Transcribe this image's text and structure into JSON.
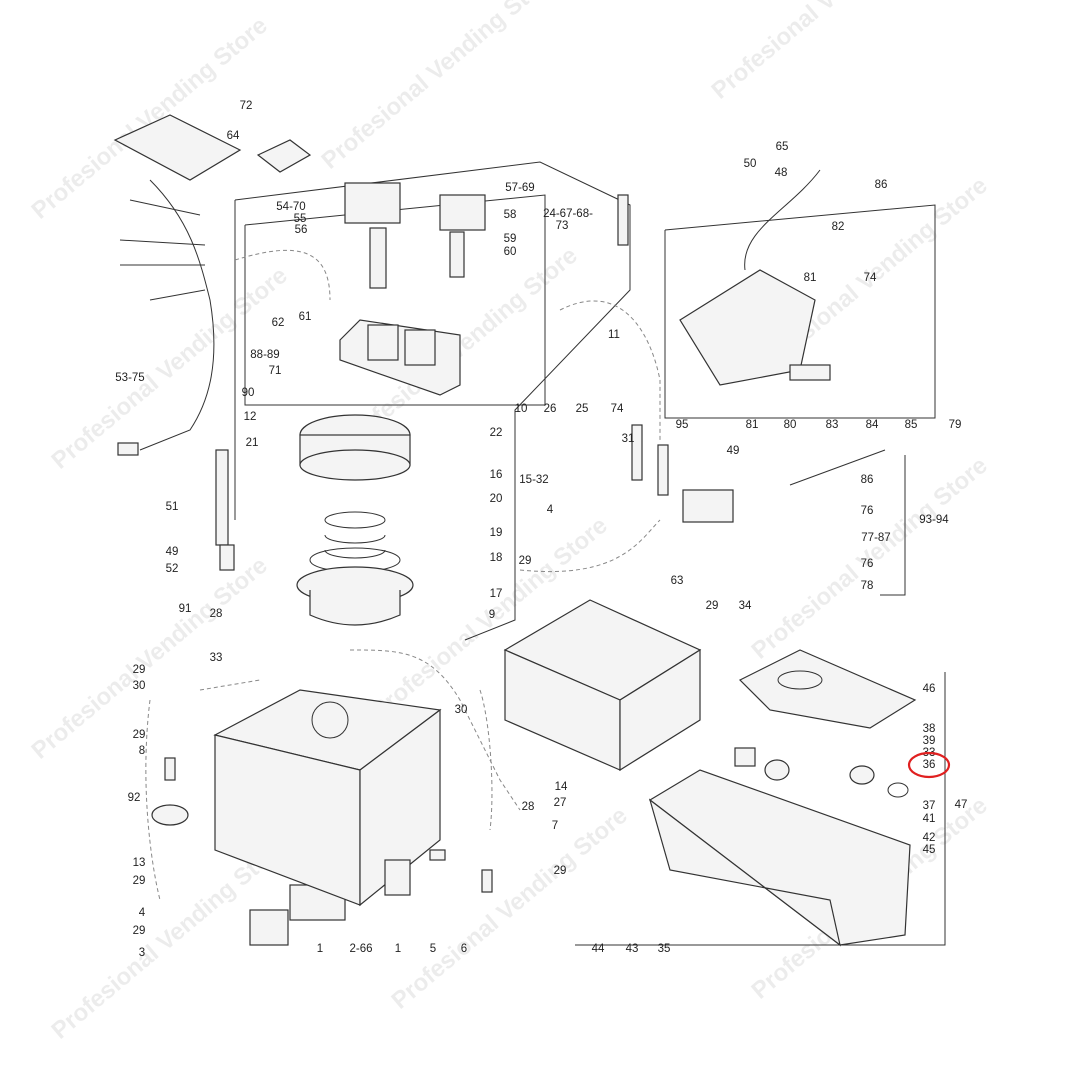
{
  "diagram": {
    "watermark": "Profesional Vending Store",
    "highlight_color": "#e02020",
    "highlighted_label": "36",
    "labels": [
      "72",
      "64",
      "65",
      "50",
      "48",
      "86",
      "57-69",
      "54-70",
      "55",
      "24-67-68-",
      "73",
      "58",
      "56",
      "82",
      "59",
      "60",
      "81",
      "74",
      "62",
      "61",
      "88-89",
      "71",
      "53-75",
      "11",
      "90",
      "12",
      "10",
      "26",
      "25",
      "74",
      "95",
      "81",
      "80",
      "83",
      "84",
      "85",
      "79",
      "22",
      "31",
      "21",
      "49",
      "16",
      "86",
      "15-32",
      "20",
      "51",
      "4",
      "76",
      "93-94",
      "19",
      "77-87",
      "49",
      "29",
      "18",
      "76",
      "52",
      "78",
      "63",
      "91",
      "28",
      "17",
      "29",
      "34",
      "9",
      "33",
      "29",
      "30",
      "46",
      "30",
      "29",
      "38",
      "39",
      "33",
      "36",
      "8",
      "14",
      "92",
      "28",
      "27",
      "37",
      "47",
      "41",
      "7",
      "42",
      "13",
      "45",
      "29",
      "29",
      "4",
      "29",
      "3",
      "1",
      "2-66",
      "1",
      "5",
      "6",
      "44",
      "43",
      "35"
    ]
  }
}
